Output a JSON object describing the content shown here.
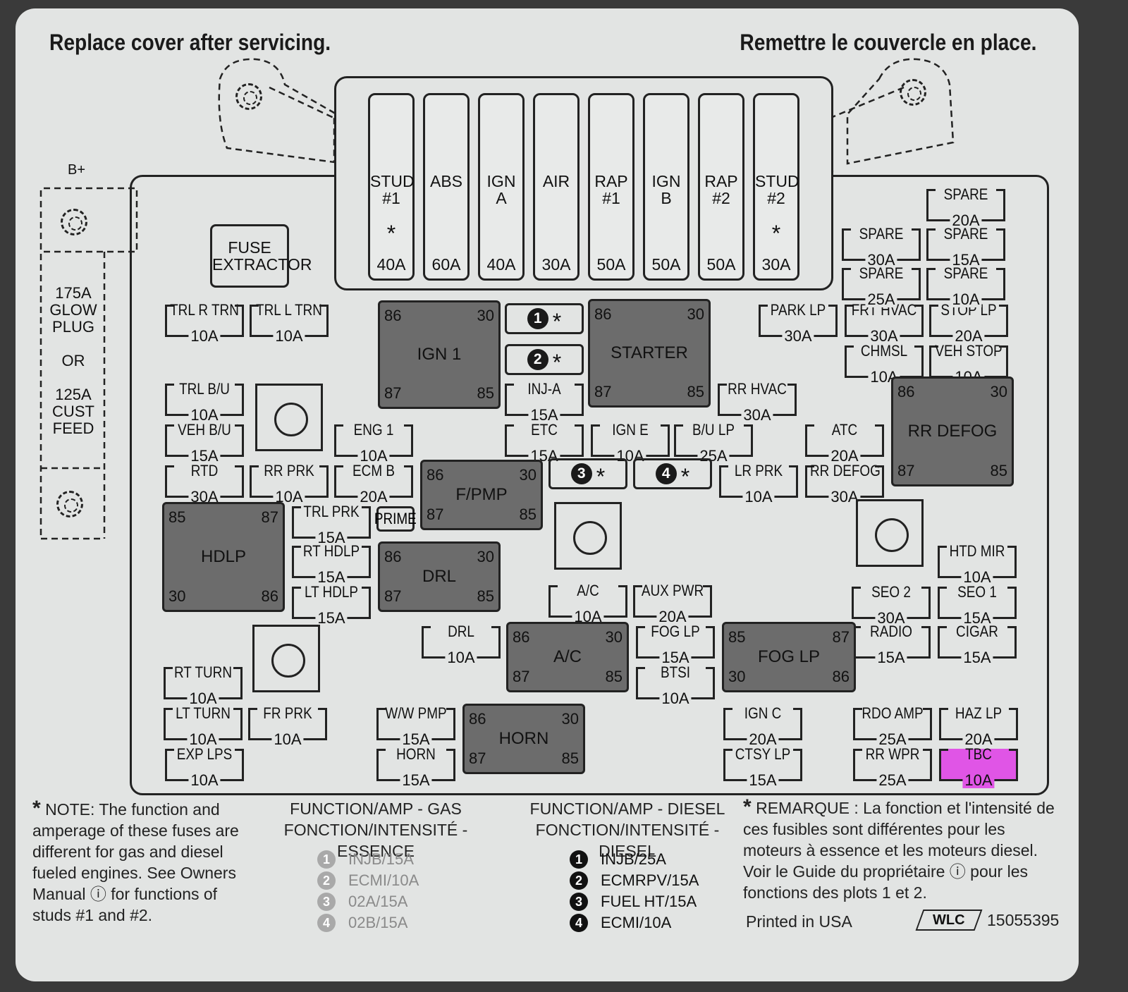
{
  "header": {
    "left": "Replace cover after servicing.",
    "right": "Remettre le couvercle en place."
  },
  "maxi_fuses": [
    {
      "name": "STUD\n#1",
      "star": "*",
      "amp": "40A"
    },
    {
      "name": "ABS",
      "star": "",
      "amp": "60A"
    },
    {
      "name": "IGN\nA",
      "star": "",
      "amp": "40A"
    },
    {
      "name": "AIR",
      "star": "",
      "amp": "30A"
    },
    {
      "name": "RAP\n#1",
      "star": "",
      "amp": "50A"
    },
    {
      "name": "IGN\nB",
      "star": "",
      "amp": "50A"
    },
    {
      "name": "RAP\n#2",
      "star": "",
      "amp": "50A"
    },
    {
      "name": "STUD\n#2",
      "star": "*",
      "amp": "30A"
    }
  ],
  "side": {
    "bplus": "B+",
    "glow": "175A\nGLOW\nPLUG\n\nOR\n\n125A\nCUST\nFEED",
    "extractor": "FUSE\nEXTRACTOR"
  },
  "fuses": [
    {
      "name": "TRL R TRN",
      "amp": "10A"
    },
    {
      "name": "TRL L TRN",
      "amp": "10A"
    },
    {
      "name": "TRL B/U",
      "amp": "10A"
    },
    {
      "name": "VEH B/U",
      "amp": "15A"
    },
    {
      "name": "RTD",
      "amp": "30A"
    },
    {
      "name": "RR PRK",
      "amp": "10A"
    },
    {
      "name": "ECM B",
      "amp": "20A"
    },
    {
      "name": "ENG 1",
      "amp": "10A"
    },
    {
      "name": "TRL PRK",
      "amp": "15A"
    },
    {
      "name": "RT HDLP",
      "amp": "15A"
    },
    {
      "name": "LT HDLP",
      "amp": "15A"
    },
    {
      "name": "RT TURN",
      "amp": "10A"
    },
    {
      "name": "LT TURN",
      "amp": "10A"
    },
    {
      "name": "FR PRK",
      "amp": "10A"
    },
    {
      "name": "EXP LPS",
      "amp": "10A"
    },
    {
      "name": "W/W PMP",
      "amp": "15A"
    },
    {
      "name": "HORN",
      "amp": "15A"
    },
    {
      "name": "DRL",
      "amp": "10A"
    },
    {
      "name": "INJ-A",
      "amp": "15A"
    },
    {
      "name": "ETC",
      "amp": "15A"
    },
    {
      "name": "IGN E",
      "amp": "10A"
    },
    {
      "name": "B/U LP",
      "amp": "25A"
    },
    {
      "name": "RR HVAC",
      "amp": "30A"
    },
    {
      "name": "A/C",
      "amp": "10A"
    },
    {
      "name": "AUX PWR",
      "amp": "20A"
    },
    {
      "name": "FOG LP",
      "amp": "15A"
    },
    {
      "name": "BTSI",
      "amp": "10A"
    },
    {
      "name": "IGN C",
      "amp": "20A"
    },
    {
      "name": "CTSY LP",
      "amp": "15A"
    },
    {
      "name": "LR PRK",
      "amp": "10A"
    },
    {
      "name": "RR DEFOG",
      "amp": "30A"
    },
    {
      "name": "ATC",
      "amp": "20A"
    },
    {
      "name": "PARK LP",
      "amp": "30A"
    },
    {
      "name": "FRT HVAC",
      "amp": "30A"
    },
    {
      "name": "STOP LP",
      "amp": "20A"
    },
    {
      "name": "CHMSL",
      "amp": "10A"
    },
    {
      "name": "VEH STOP",
      "amp": "10A"
    },
    {
      "name": "SPARE",
      "amp": "20A"
    },
    {
      "name": "SPARE",
      "amp": "30A"
    },
    {
      "name": "SPARE",
      "amp": "15A"
    },
    {
      "name": "SPARE",
      "amp": "25A"
    },
    {
      "name": "SPARE",
      "amp": "10A"
    },
    {
      "name": "HTD MIR",
      "amp": "10A"
    },
    {
      "name": "SEO 2",
      "amp": "30A"
    },
    {
      "name": "SEO 1",
      "amp": "15A"
    },
    {
      "name": "RADIO",
      "amp": "15A"
    },
    {
      "name": "CIGAR",
      "amp": "15A"
    },
    {
      "name": "RDO AMP",
      "amp": "25A"
    },
    {
      "name": "HAZ LP",
      "amp": "20A"
    },
    {
      "name": "RR WPR",
      "amp": "25A"
    },
    {
      "name": "TBC",
      "amp": "10A",
      "highlight": true
    }
  ],
  "prime_label": "PRIME",
  "relays": [
    {
      "name": "IGN 1",
      "pins": [
        "86",
        "30",
        "87",
        "85"
      ]
    },
    {
      "name": "STARTER",
      "pins": [
        "86",
        "30",
        "87",
        "85"
      ]
    },
    {
      "name": "F/PMP",
      "pins": [
        "86",
        "30",
        "87",
        "85"
      ]
    },
    {
      "name": "HDLP",
      "pins": [
        "85",
        "87",
        "30",
        "86"
      ]
    },
    {
      "name": "DRL",
      "pins": [
        "86",
        "30",
        "87",
        "85"
      ]
    },
    {
      "name": "A/C",
      "pins": [
        "86",
        "30",
        "87",
        "85"
      ]
    },
    {
      "name": "FOG LP",
      "pins": [
        "85",
        "87",
        "30",
        "86"
      ]
    },
    {
      "name": "HORN",
      "pins": [
        "86",
        "30",
        "87",
        "85"
      ]
    },
    {
      "name": "RR DEFOG",
      "pins": [
        "86",
        "30",
        "87",
        "85"
      ]
    }
  ],
  "slots": [
    {
      "num": "1",
      "star": "*"
    },
    {
      "num": "2",
      "star": "*"
    },
    {
      "num": "3",
      "star": "*"
    },
    {
      "num": "4",
      "star": "*"
    }
  ],
  "footer": {
    "note_en": "NOTE: The function and amperage of these fuses are different for gas and diesel fueled engines. See Owners Manual ⓘ for functions of studs #1 and #2.",
    "gas_header": "FUNCTION/AMP - GAS\nFONCTION/INTENSITÉ - ESSENCE",
    "gas": [
      {
        "num": "1",
        "text": "INJB/15A"
      },
      {
        "num": "2",
        "text": "ECMI/10A"
      },
      {
        "num": "3",
        "text": "02A/15A"
      },
      {
        "num": "4",
        "text": "02B/15A"
      }
    ],
    "diesel_header": "FUNCTION/AMP - DIESEL\nFONCTION/INTENSITÉ - DIESEL",
    "diesel": [
      {
        "num": "1",
        "text": "INJB/25A"
      },
      {
        "num": "2",
        "text": "ECMRPV/15A"
      },
      {
        "num": "3",
        "text": "FUEL HT/15A"
      },
      {
        "num": "4",
        "text": "ECMI/10A"
      }
    ],
    "note_fr": "REMARQUE : La fonction et l'intensité de ces fusibles sont différentes pour les moteurs à essence et les moteurs diesel. Voir le Guide du propriétaire ⓘ pour les fonctions des plots 1 et 2.",
    "printed": "Printed in USA",
    "mark": "WLC",
    "part": "15055395"
  },
  "colors": {
    "highlight": "#e055e6",
    "relay": "#6c6c6c",
    "label": "#e2e4e3"
  }
}
